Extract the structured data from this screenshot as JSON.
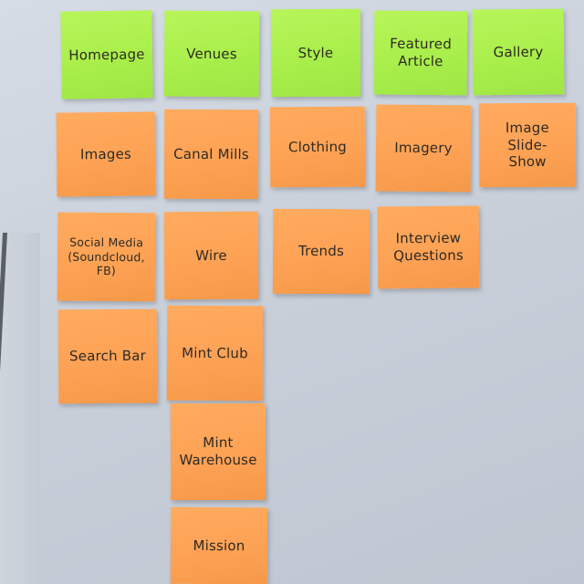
{
  "rows": [
    {
      "color": "green",
      "notes": [
        "Homepage",
        "Venues",
        "Style",
        "Featured\nArticle",
        "Gallery"
      ]
    },
    {
      "color": "orange",
      "notes": [
        "Images",
        "Canal Mills",
        "Clothing",
        "Imagery",
        "Image Slide-\nShow"
      ]
    },
    {
      "color": "orange",
      "notes": [
        "Social Media\n(Soundcloud, FB)",
        "Wire",
        "Trends",
        "Interview\nQuestions"
      ]
    },
    {
      "color": "orange",
      "notes": [
        "Search Bar",
        "Mint Club"
      ]
    },
    {
      "color": "orange",
      "notes": [
        "Mint\nWarehouse"
      ]
    },
    {
      "color": "orange",
      "notes": [
        "Mission"
      ]
    }
  ],
  "colors": {
    "green": "#a8ee4a",
    "orange": "#fda255",
    "wall": "#c9d0da"
  }
}
